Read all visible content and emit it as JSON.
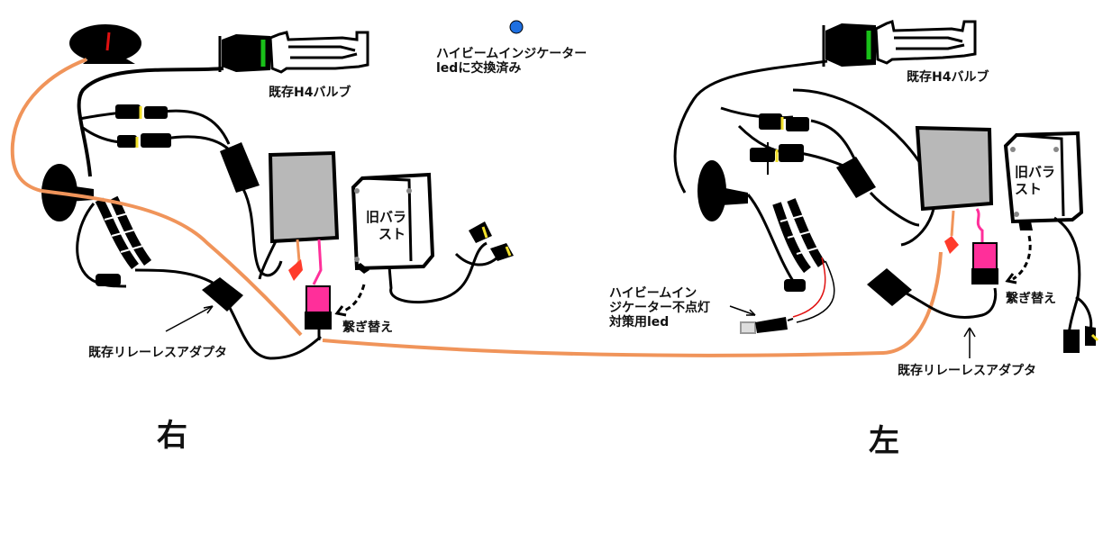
{
  "colors": {
    "harness": "#000000",
    "orange_wire": "#f0945a",
    "relay_pink": "#ff2f9a",
    "fuse_red": "#ff3b2b",
    "ballast_gray": "#b8b8b8",
    "green_band": "#19c019",
    "yellow_pin": "#f2e02a",
    "led_dot": "#1e6fe0",
    "red_wire": "#e01010"
  },
  "labels": {
    "right_bulb": "既存H4バルブ",
    "left_bulb": "既存H4バルブ",
    "indicator_led_1": "ハイビームインジケーター",
    "indicator_led_2": "ledに交換済み",
    "right_old_ballast_1": "旧バラ",
    "right_old_ballast_2": "スト",
    "left_old_ballast_1": "旧バラ",
    "left_old_ballast_2": "スト",
    "right_reconnect": "繋ぎ替え",
    "left_reconnect": "繋ぎ替え",
    "right_relayless": "既存リレーレスアダプタ",
    "left_relayless": "既存リレーレスアダプタ",
    "countermeasure_1": "ハイビームイン",
    "countermeasure_2": "ジケーター不点灯",
    "countermeasure_3": "対策用led",
    "side_right": "右",
    "side_left": "左"
  }
}
